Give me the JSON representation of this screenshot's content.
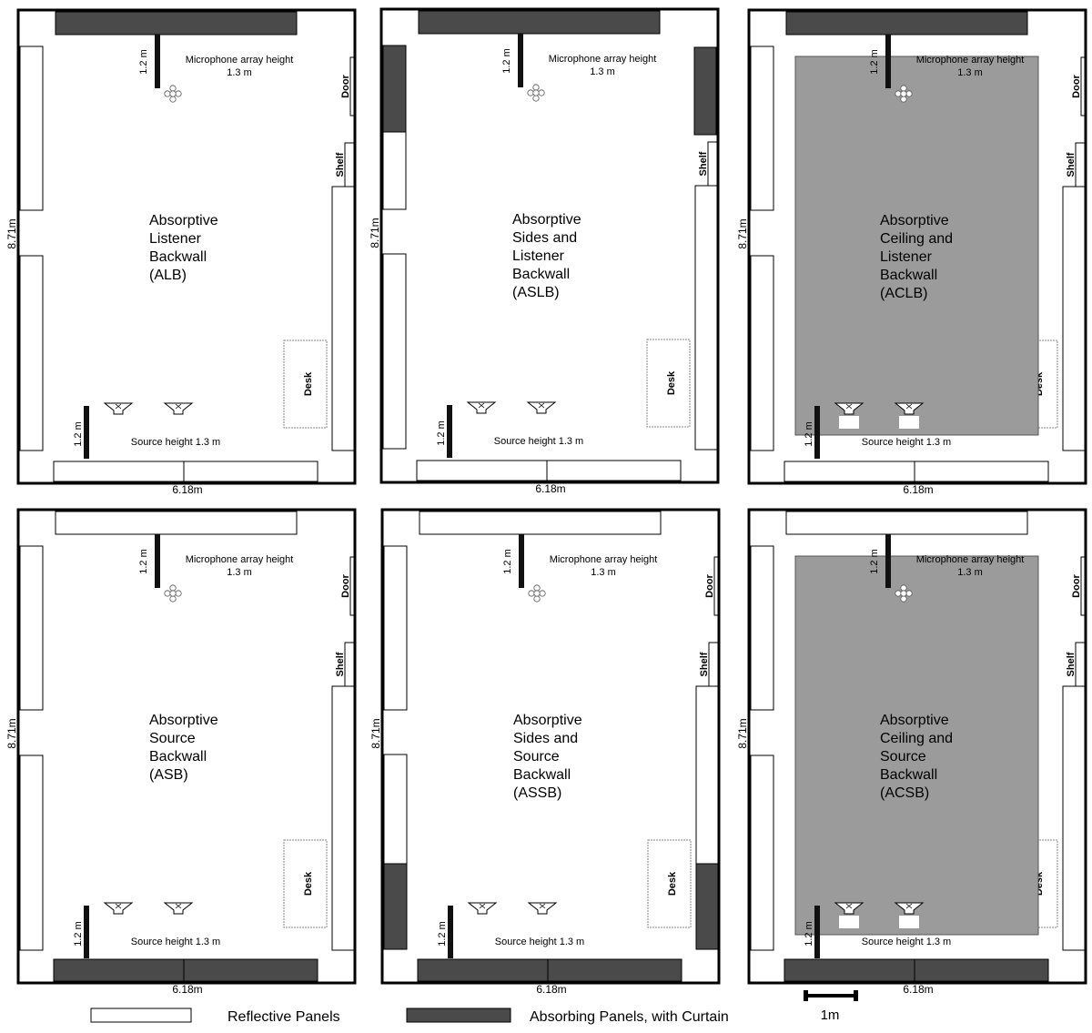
{
  "colors": {
    "absorbing": "#4a4a4a",
    "reflective": "#ffffff",
    "ceiling": "#9b9b9b",
    "wall": "#000000"
  },
  "common": {
    "mic_label_line1": "Microphone array height",
    "mic_label_line2": "1.3 m",
    "stand_height": "1.2 m",
    "source_label": "Source height 1.3 m",
    "door": "Door",
    "shelf": "Shelf",
    "desk": "Desk",
    "room_length": "8.71m",
    "room_width": "6.18m"
  },
  "panels": [
    {
      "title": [
        "Absorptive",
        "Listener",
        "Backwall",
        "(ALB)"
      ],
      "config": "ALB"
    },
    {
      "title": [
        "Absorptive",
        "Sides and",
        "Listener",
        "Backwall",
        "(ASLB)"
      ],
      "config": "ASLB"
    },
    {
      "title": [
        "Absorptive",
        "Ceiling and",
        "Listener",
        "Backwall",
        "(ACLB)"
      ],
      "config": "ACLB"
    },
    {
      "title": [
        "Absorptive",
        "Source",
        "Backwall",
        "(ASB)"
      ],
      "config": "ASB"
    },
    {
      "title": [
        "Absorptive",
        "Sides and",
        "Source",
        "Backwall",
        "(ASSB)"
      ],
      "config": "ASSB"
    },
    {
      "title": [
        "Absorptive",
        "Ceiling and",
        "Source",
        "Backwall",
        "(ACSB)"
      ],
      "config": "ACSB"
    }
  ],
  "legend": {
    "reflective": "Reflective Panels",
    "absorbing": "Absorbing Panels, with Curtain",
    "scale": "1m"
  }
}
